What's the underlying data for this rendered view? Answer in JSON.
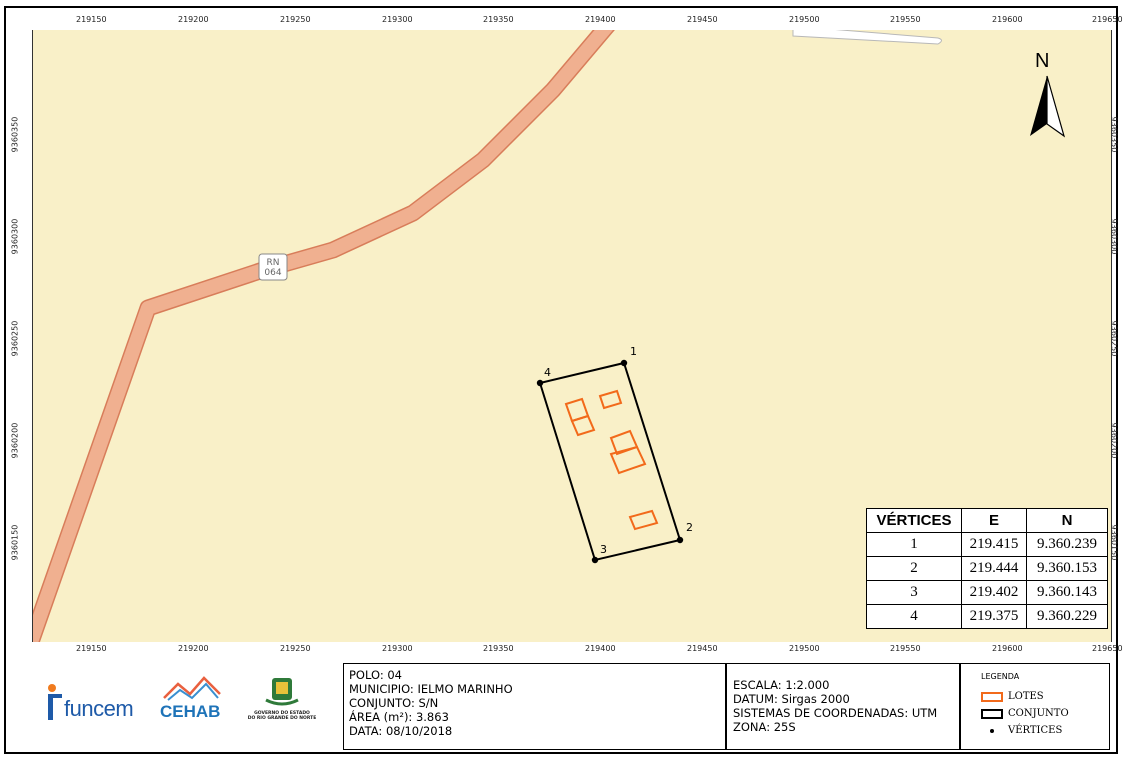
{
  "map": {
    "x_ticks": [
      "219150",
      "219200",
      "219250",
      "219300",
      "219350",
      "219400",
      "219450",
      "219500",
      "219550",
      "219600",
      "219650"
    ],
    "y_ticks": [
      "9360350",
      "9360300",
      "9360250",
      "9360200",
      "9360150"
    ],
    "north_label": "N",
    "road_label_line1": "RN",
    "road_label_line2": "064",
    "vertex_labels": [
      "1",
      "2",
      "3",
      "4"
    ],
    "colors": {
      "background": "#f9f0c8",
      "road": "#f0b090",
      "lotes": "#f26a1b",
      "conjunto": "#000000"
    }
  },
  "vertices_table": {
    "headers": [
      "VÉRTICES",
      "E",
      "N"
    ],
    "rows": [
      [
        "1",
        "219.415",
        "9.360.239"
      ],
      [
        "2",
        "219.444",
        "9.360.153"
      ],
      [
        "3",
        "219.402",
        "9.360.143"
      ],
      [
        "4",
        "219.375",
        "9.360.229"
      ]
    ]
  },
  "logos": {
    "ifuncem": "funcem",
    "cehab": "CEHAB",
    "governo_line1": "GOVERNO DO ESTADO",
    "governo_line2": "DO RIO GRANDE DO NORTE"
  },
  "info": {
    "polo": "POLO: 04",
    "municipio": "MUNICIPIO: IELMO MARINHO",
    "conjunto": "CONJUNTO: S/N",
    "area": "ÁREA (m²): 3.863",
    "data": "DATA: 08/10/2018"
  },
  "scale_info": {
    "escala": "ESCALA: 1:2.000",
    "datum": "DATUM: Sirgas 2000",
    "sistema": "SISTEMAS DE COORDENADAS: UTM",
    "zona": "ZONA: 25S"
  },
  "legend": {
    "title": "LEGENDA",
    "lotes": "LOTES",
    "conjunto": "CONJUNTO",
    "vertices": "VÉRTICES"
  }
}
